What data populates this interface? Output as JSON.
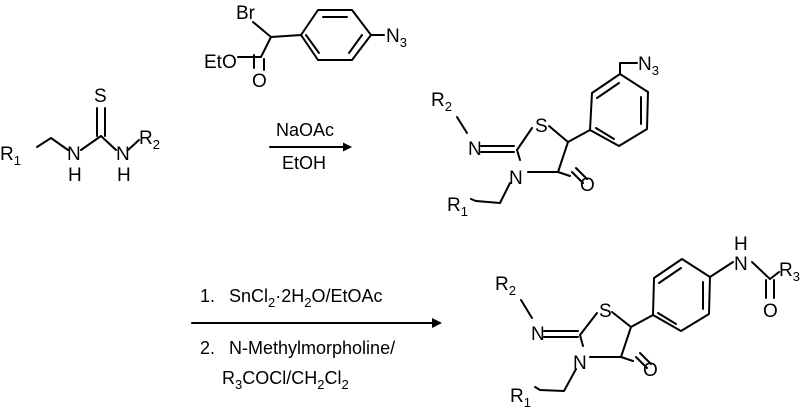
{
  "atoms": {
    "S": "S",
    "N": "N",
    "H": "H",
    "O": "O",
    "Br": "Br",
    "N3": "N",
    "sub3": "3",
    "R1": "R",
    "sub1": "1",
    "R2": "R",
    "sub2": "2",
    "R3": "R",
    "EtO": "EtO"
  },
  "step1": {
    "reagent_above": "Br-CH(COOEt)-C6H4-N3",
    "reagent_1": "NaOAc",
    "reagent_2": "EtOH"
  },
  "step2": {
    "line1_num": "1.",
    "line1_a": "SnCl",
    "line1_b": "·2H",
    "line1_c": "O/EtOAc",
    "line2_num": "2.",
    "line2": "N-Methylmorpholine/",
    "line3_a": "R",
    "line3_b": "COCl/CH",
    "line3_c": "Cl"
  }
}
